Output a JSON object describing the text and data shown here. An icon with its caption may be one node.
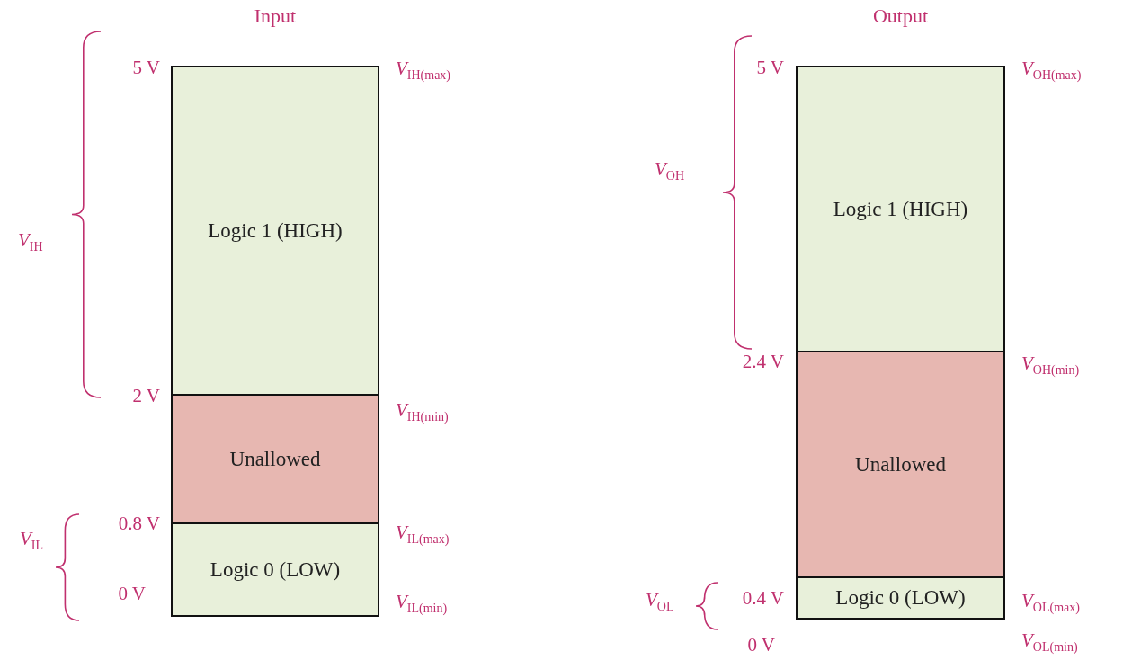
{
  "diagram": {
    "nodes": [
      {
        "text": [
          "Input"
        ]
      },
      {
        "text": [
          "Logic 1 (HIGH)"
        ],
        "in": 0
      },
      {
        "text": [
          "Unallowed"
        ],
        "in": 0
      },
      {
        "text": [
          "Logic 0 (LOW)"
        ],
        "in": 0
      },
      {
        "text": [
          "Output"
        ]
      },
      {
        "text": [
          "Logic 1 (HIGH)"
        ],
        "in": 4
      },
      {
        "text": [
          "Unallowed"
        ],
        "in": 4
      },
      {
        "text": [
          "Logic 0 (LOW)"
        ],
        "in": 4
      }
    ],
    "edges": [],
    "labels": [
      "5 V",
      "*V*$_{IH(max)}$",
      "*V*$_{IH}$",
      "2 V",
      "*V*$_{IH(min)}$",
      "0.8 V",
      "*V*$_{IL(max)}$",
      "*V*$_{IL}$",
      "0 V",
      "*V*$_{IL(min)}$",
      "5 V",
      "*V*$_{OH(max)}$",
      "*V*$_{OH}$",
      "2.4 V",
      "*V*$_{OH(min)}$",
      "0.4 V",
      "*V*$_{OL(max)}$",
      "*V*$_{OL}$",
      "0 V",
      "*V*$_{OL(min)}$"
    ]
  }
}
